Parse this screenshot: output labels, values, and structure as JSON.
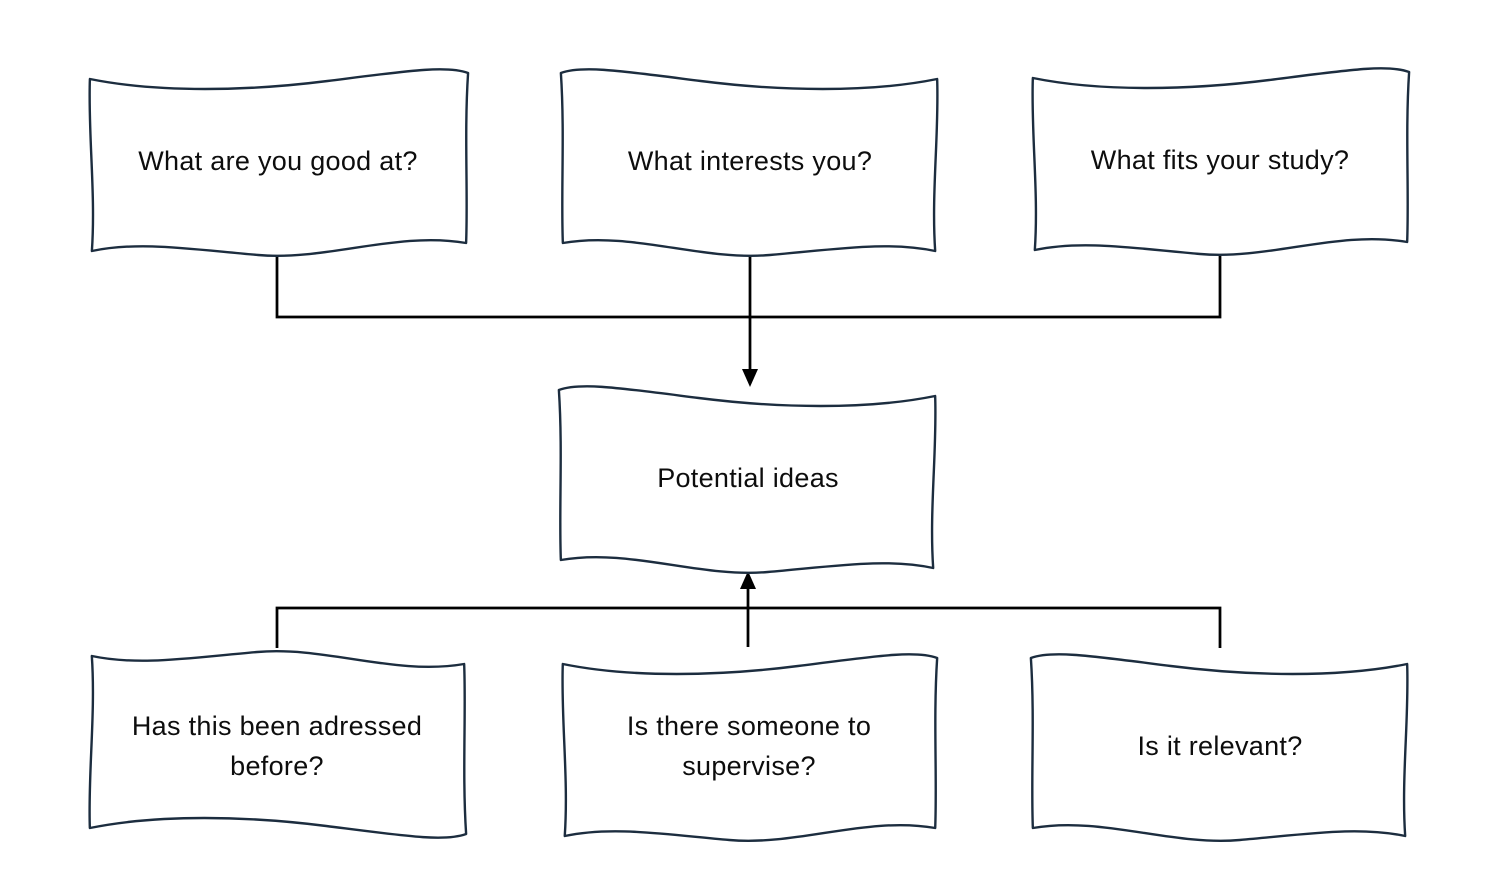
{
  "diagram": {
    "background_color": "#ffffff",
    "box_border_color": "#1c2d3f",
    "box_fill_color": "#ffffff",
    "connector_color": "#000000",
    "text_color": "#0d0d0d",
    "nodes": [
      {
        "id": "good-at",
        "label": "What are you good at?"
      },
      {
        "id": "interests",
        "label": "What interests you?"
      },
      {
        "id": "fits-study",
        "label": "What fits your study?"
      },
      {
        "id": "potential-ideas",
        "label": "Potential ideas"
      },
      {
        "id": "adressed-before",
        "label": "Has this been adressed before?"
      },
      {
        "id": "supervise",
        "label": "Is there someone to supervise?"
      },
      {
        "id": "relevant",
        "label": "Is it relevant?"
      }
    ],
    "connectors": [
      {
        "from": [
          "good-at",
          "interests",
          "fits-study"
        ],
        "to": "potential-ideas",
        "arrow": "down"
      },
      {
        "from": [
          "adressed-before",
          "supervise",
          "relevant"
        ],
        "to": "potential-ideas",
        "arrow": "up"
      }
    ]
  }
}
